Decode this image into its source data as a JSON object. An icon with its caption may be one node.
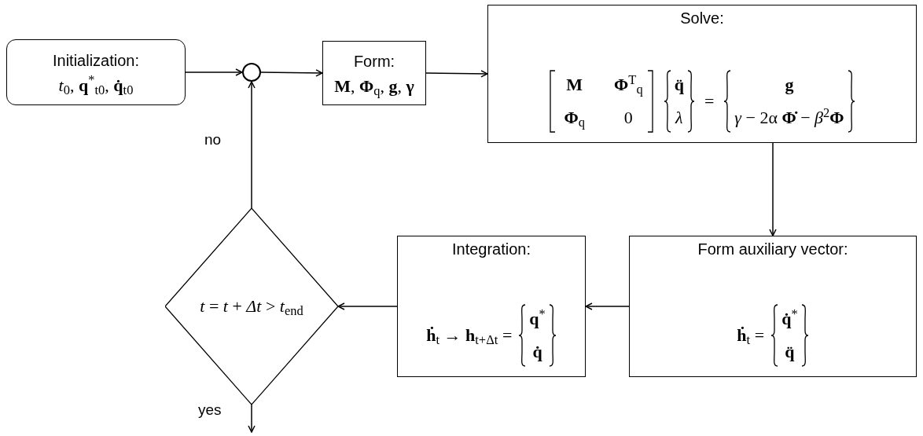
{
  "diagram": {
    "nodes": [
      {
        "text": [
          "Initialization:",
          "*t*$_{0}$, **q**$^{*}$$_{t0}$, **q̇**$_{t0}$"
        ]
      },
      {
        "text": [],
        "shape": "circle"
      },
      {
        "text": [
          "Form:",
          "**M**, **Φ**$_{q}$, **g**, **γ**"
        ]
      },
      {
        "text": [
          "Solve:",
          "**M**",
          "**Φ**$^{T}$$_{q}$",
          "**Φ**$_{q}$",
          "0",
          "**q̈**",
          "*λ*",
          "=",
          "**g**",
          "*γ* − 2α **Φ̇** − *β*$^{2}$**Φ**"
        ]
      },
      {
        "text": [
          "Form auxiliary vector:",
          "**ḣ**$_{t}$ =",
          "**q̇**$^{*}$",
          "**q̈**"
        ]
      },
      {
        "text": [
          "Integration:",
          "**ḣ**$_{t}$ → **h**$_{t+Δt}$ =",
          "**q**$^{*}$",
          "**q̇**"
        ]
      },
      {
        "text": [
          "*t* = *t* + *Δt* > *t*$_{end}$"
        ]
      }
    ],
    "edges": [
      {
        "from": 0,
        "to": 1,
        "arrow": "to"
      },
      {
        "from": 1,
        "to": 2,
        "arrow": "to"
      },
      {
        "from": 2,
        "to": 3,
        "arrow": "to"
      },
      {
        "from": 3,
        "to": 4,
        "arrow": "to"
      },
      {
        "from": 4,
        "to": 5,
        "arrow": "to"
      },
      {
        "from": 5,
        "to": 6,
        "arrow": "to"
      },
      {
        "from": 6,
        "to": 1,
        "label": "no",
        "arrow": "to"
      },
      {
        "from": 6,
        "to": null,
        "label": "yes",
        "arrow": "to"
      }
    ]
  }
}
